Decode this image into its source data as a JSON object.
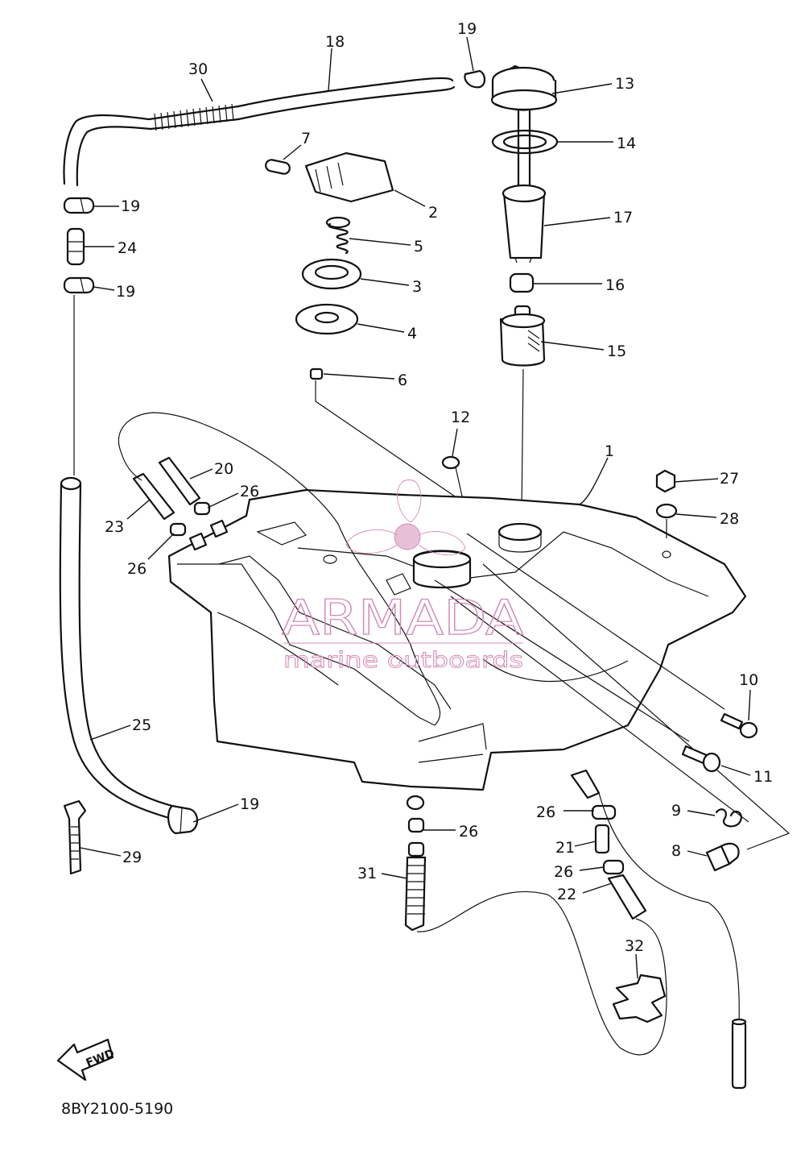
{
  "document": {
    "code": "8BY2100-5190",
    "fwd_label": "FWD"
  },
  "watermark": {
    "brand": "ARMADA",
    "tagline": "marine outboards",
    "color": "#d38ab6"
  },
  "parts": [
    {
      "id": "p1",
      "label": "1"
    },
    {
      "id": "p2",
      "label": "2"
    },
    {
      "id": "p3",
      "label": "3"
    },
    {
      "id": "p4",
      "label": "4"
    },
    {
      "id": "p5",
      "label": "5"
    },
    {
      "id": "p6",
      "label": "6"
    },
    {
      "id": "p7",
      "label": "7"
    },
    {
      "id": "p8",
      "label": "8"
    },
    {
      "id": "p9",
      "label": "9"
    },
    {
      "id": "p10",
      "label": "10"
    },
    {
      "id": "p11",
      "label": "11"
    },
    {
      "id": "p12",
      "label": "12"
    },
    {
      "id": "p13",
      "label": "13"
    },
    {
      "id": "p14",
      "label": "14"
    },
    {
      "id": "p15",
      "label": "15"
    },
    {
      "id": "p16",
      "label": "16"
    },
    {
      "id": "p17",
      "label": "17"
    },
    {
      "id": "p18",
      "label": "18"
    },
    {
      "id": "p19a",
      "label": "19"
    },
    {
      "id": "p19b",
      "label": "19"
    },
    {
      "id": "p19c",
      "label": "19"
    },
    {
      "id": "p19d",
      "label": "19"
    },
    {
      "id": "p20",
      "label": "20"
    },
    {
      "id": "p21",
      "label": "21"
    },
    {
      "id": "p22",
      "label": "22"
    },
    {
      "id": "p23",
      "label": "23"
    },
    {
      "id": "p24",
      "label": "24"
    },
    {
      "id": "p25",
      "label": "25"
    },
    {
      "id": "p26a",
      "label": "26"
    },
    {
      "id": "p26b",
      "label": "26"
    },
    {
      "id": "p26c",
      "label": "26"
    },
    {
      "id": "p26d",
      "label": "26"
    },
    {
      "id": "p26e",
      "label": "26"
    },
    {
      "id": "p27",
      "label": "27"
    },
    {
      "id": "p28",
      "label": "28"
    },
    {
      "id": "p29",
      "label": "29"
    },
    {
      "id": "p30",
      "label": "30"
    },
    {
      "id": "p31",
      "label": "31"
    },
    {
      "id": "p32",
      "label": "32"
    }
  ]
}
